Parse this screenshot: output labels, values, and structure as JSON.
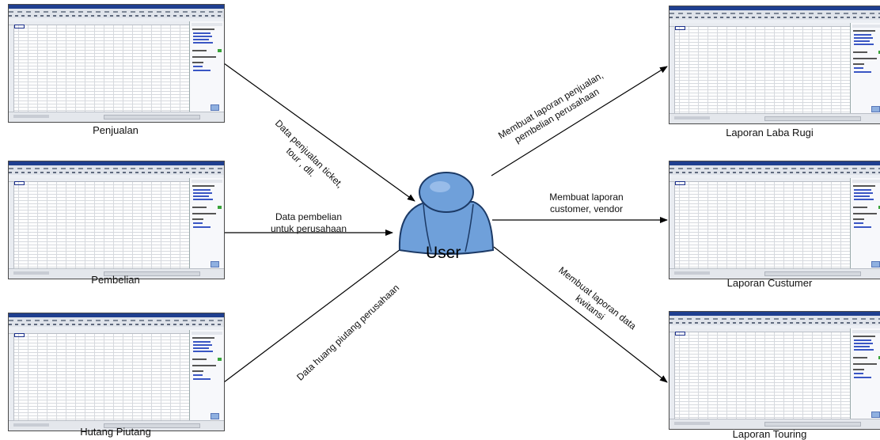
{
  "diagram": {
    "user": {
      "label": "User"
    },
    "sources": [
      {
        "caption": "Penjualan"
      },
      {
        "caption": "Pembelian"
      },
      {
        "caption": "Hutang Piutang"
      }
    ],
    "reports": [
      {
        "caption": "Laporan Laba Rugi"
      },
      {
        "caption": "Laporan Custumer"
      },
      {
        "caption": "Laporan Touring"
      }
    ],
    "flows": {
      "penjualan": [
        "Data penjualan ticket,",
        "tour , dll."
      ],
      "pembelian": [
        "Data pembelian",
        "untuk perusahaan"
      ],
      "hutang": [
        "Data huang piutang perusahaan"
      ],
      "laba_rugi": [
        "Membuat laporan penjualan,",
        "pembelian perusahaan"
      ],
      "customer": [
        "Membuat laporan",
        "customer, vendor"
      ],
      "touring": [
        "Membuat laporan data",
        "kwitansi"
      ]
    },
    "colors": {
      "user_fill": "#6fa0da",
      "user_outline": "#1c3a66",
      "arrow": "#000000"
    }
  }
}
